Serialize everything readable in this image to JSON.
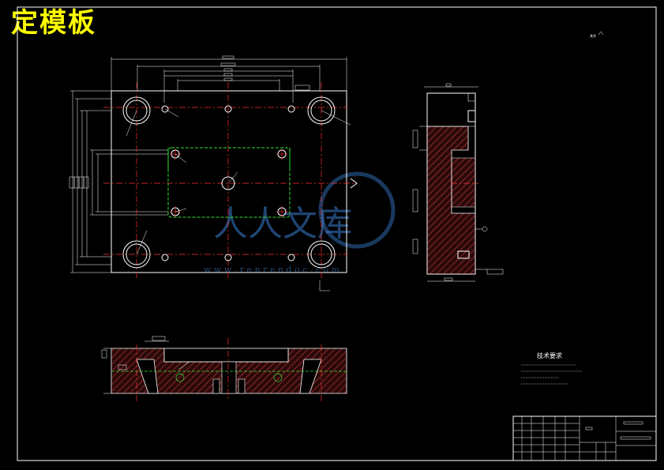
{
  "drawing": {
    "title": "定模板",
    "scale_note": "其余",
    "tech_requirements_title": "技术要求",
    "watermark_text": "人人文库",
    "watermark_url": "w w w . r e n r e n d o c . c o m"
  },
  "colors": {
    "background": "#000000",
    "title": "#ffff00",
    "outline": "#ffffff",
    "centerline": "#ff3030",
    "hidden": "#30e030",
    "watermark": "#3a7fd0"
  }
}
